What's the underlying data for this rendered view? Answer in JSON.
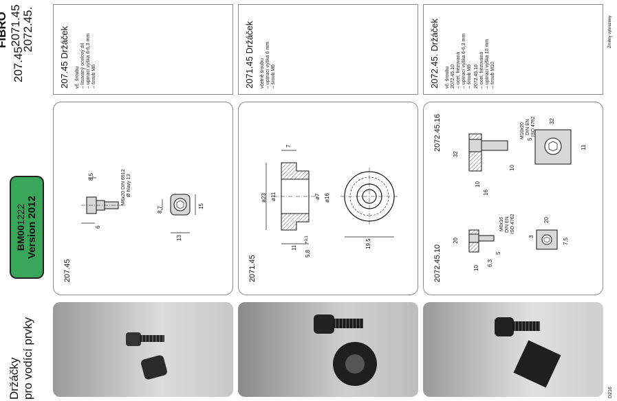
{
  "header": {
    "brand": "FIBRO",
    "codes_line1": "207.45",
    "codes_line2": "2071.45",
    "codes_line3": "2072.45."
  },
  "sidebar": {
    "title_line1": "Držáčky",
    "title_line2": "pro vodící prvky",
    "badge_bold": "BM00",
    "badge_thin": "1222",
    "badge_version": "Version 2012"
  },
  "side_note": "Změny vyhrazeny",
  "page_number": "D216",
  "products": [
    {
      "title": "207.45 Držáček",
      "desc": [
        "vč. šroubu",
        "– lisovaný ocelový díl",
        "– upínací výška 6-6,3 mm",
        "– šroub M6"
      ],
      "label": "207.45",
      "dims": {
        "a": "8,5",
        "b": "6",
        "c": "8,7",
        "d": "13",
        "e": "15"
      },
      "screw_note": [
        "M6x20 DIN 6912",
        "Ø hlavy 13"
      ]
    },
    {
      "title": "2071.45 Držáček",
      "desc": [
        "včetně šroubu",
        "– upínací výška 6 mm",
        "– šroub M6"
      ],
      "label": "2071.45",
      "dims": {
        "a": "7",
        "b": "ø23",
        "c": "ø11",
        "d": "ø7",
        "e": "ø16",
        "f": "11",
        "g": "5,8",
        "g_tol": "+0,1",
        "h": "19,5"
      }
    },
    {
      "title": "2072.45. Držáček",
      "desc": [
        "vč. šroubu"
      ],
      "variants": [
        {
          "code": "2072.45.10",
          "items": [
            "– ocel, frézovaná",
            "– upínací výška 6-6,3 mm",
            "– šroub M6"
          ]
        },
        {
          "code": "2072.45.16",
          "items": [
            "– ocel, frézovaná",
            "– upínací výška 10 mm",
            "– šroub M10"
          ]
        }
      ],
      "label_a": "2072.45.10",
      "label_b": "2072.45.16",
      "dims_a": {
        "a": "20",
        "b": "5",
        "c": "10",
        "d": "6,3",
        "e": "20",
        "f": "3",
        "g": "7,5"
      },
      "dims_b": {
        "a": "32",
        "b": "10",
        "c": "10",
        "d": "16",
        "e": "32",
        "f": "5",
        "g": "11"
      },
      "screw_a": [
        "M6x16",
        "DIN EN",
        "ISO 4762"
      ],
      "screw_b": [
        "M10x20",
        "DIN EN",
        "ISO 4762"
      ]
    }
  ],
  "colors": {
    "badge": "#3aa65a",
    "border": "#8a8a8a",
    "photo_bg": "#c8c8c8"
  }
}
